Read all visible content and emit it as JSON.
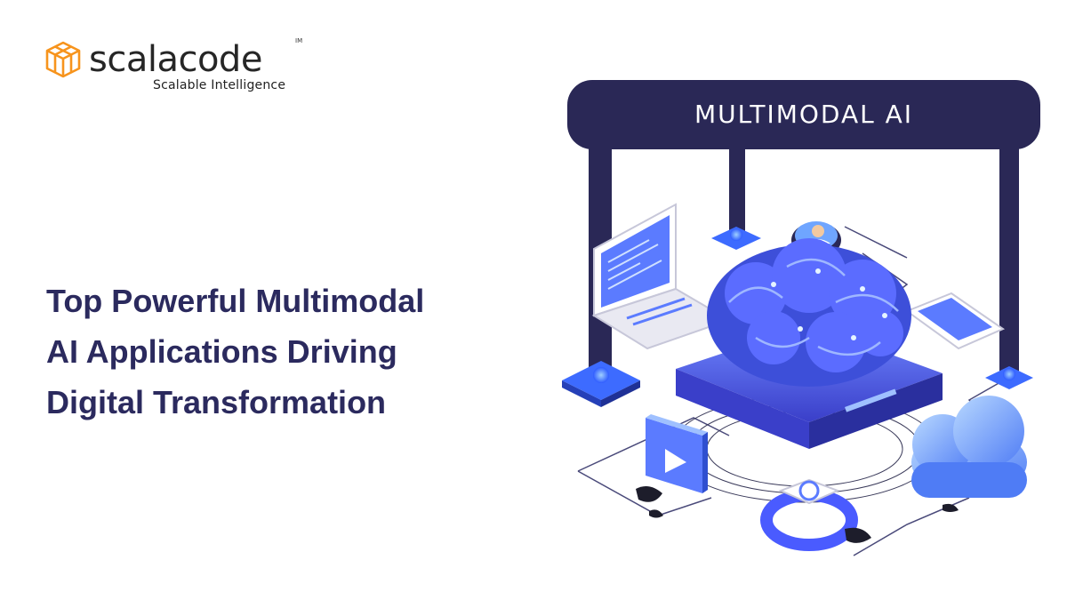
{
  "brand": {
    "name": "scalacode",
    "trademark": "IM",
    "tagline": "Scalable Intelligence",
    "accent_color": "#f7941d",
    "text_color": "#262626"
  },
  "headline": {
    "lines": [
      "Top Powerful Multimodal",
      "AI Applications Driving",
      "Digital Transformation"
    ],
    "color": "#2b2a5e"
  },
  "illustration": {
    "banner_label": "MULTIMODAL AI",
    "banner_color": "#2a2856",
    "glow_color": "#3d6bff",
    "icons": [
      "laptop-icon",
      "user-avatar-icon",
      "smartphone-icon",
      "play-video-icon",
      "cloud-icon",
      "smartwatch-icon",
      "brain-icon"
    ]
  }
}
